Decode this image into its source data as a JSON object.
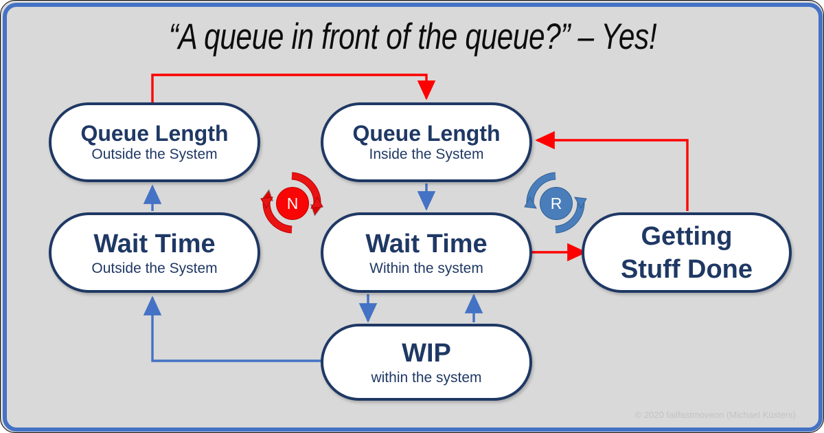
{
  "slide": {
    "title": "“A queue in front of the queue?” – Yes!",
    "copyright": "© 2020 failfastmoveon (Michael Küsters)",
    "background_color": "#d9d9d9",
    "frame_color": "#4472c4",
    "node_border_color": "#1f3864",
    "node_text_color": "#1f3864",
    "blue_arrow_color": "#4472c4",
    "red_arrow_color": "#ff0000"
  },
  "nodes": [
    {
      "id": "queue-length-outside",
      "title": "Queue Length",
      "subtitle": "Outside the System"
    },
    {
      "id": "queue-length-inside",
      "title": "Queue Length",
      "subtitle": "Inside the System"
    },
    {
      "id": "wait-time-outside",
      "title": "Wait Time",
      "subtitle": "Outside the System"
    },
    {
      "id": "wait-time-within",
      "title": "Wait Time",
      "subtitle": "Within the system"
    },
    {
      "id": "getting-stuff-done",
      "title_line1": "Getting",
      "title_line2": "Stuff Done"
    },
    {
      "id": "wip",
      "title": "WIP",
      "subtitle": "within the system"
    }
  ],
  "loops": [
    {
      "id": "balancing-loop-n",
      "label": "N",
      "color": "#fa0505",
      "kind": "negative-feedback-loop"
    },
    {
      "id": "reinforcing-loop-r",
      "label": "R",
      "color": "#4a7ebb",
      "kind": "reinforcing-feedback-loop"
    }
  ],
  "connections": [
    {
      "from": "queue-length-outside",
      "to": "queue-length-inside",
      "color": "#ff0000"
    },
    {
      "from": "wait-time-outside",
      "to": "queue-length-outside",
      "color": "#4472c4"
    },
    {
      "from": "queue-length-inside",
      "to": "wait-time-within",
      "color": "#4472c4"
    },
    {
      "from": "wait-time-within",
      "to": "getting-stuff-done",
      "color": "#ff0000"
    },
    {
      "from": "getting-stuff-done",
      "to": "queue-length-inside",
      "color": "#ff0000"
    },
    {
      "from": "wait-time-within",
      "to": "wip",
      "color": "#4472c4"
    },
    {
      "from": "wip",
      "to": "wait-time-within",
      "color": "#4472c4"
    },
    {
      "from": "wip",
      "to": "wait-time-outside",
      "color": "#4472c4"
    }
  ]
}
